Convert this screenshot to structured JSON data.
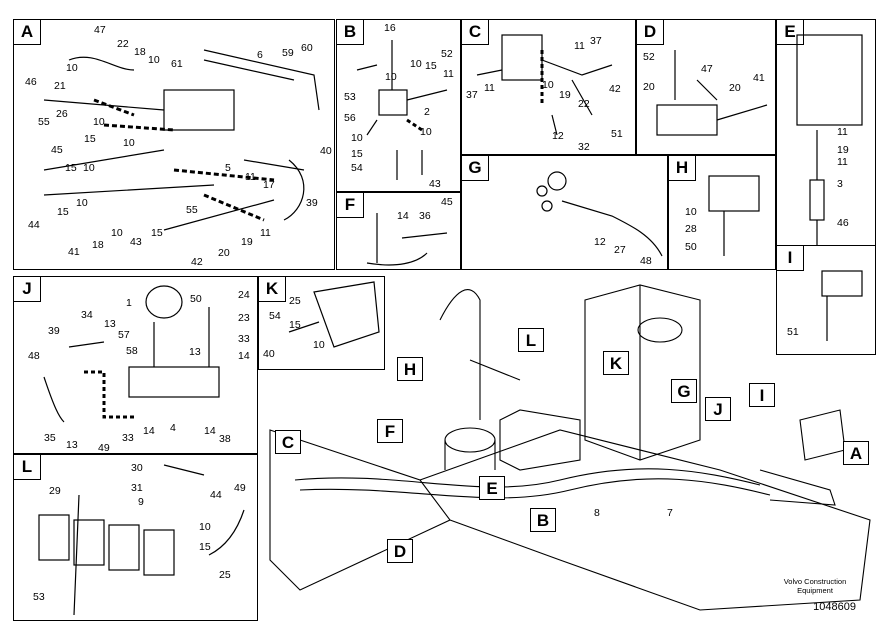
{
  "panels": {
    "A": {
      "letter": "A",
      "numbers": [
        "47",
        "22",
        "18",
        "10",
        "6",
        "59",
        "60",
        "61",
        "46",
        "21",
        "10",
        "55",
        "26",
        "10",
        "15",
        "10",
        "45",
        "15",
        "10",
        "5",
        "11",
        "17",
        "40",
        "39",
        "44",
        "15",
        "10",
        "18",
        "10",
        "43",
        "15",
        "55",
        "41",
        "42",
        "20",
        "19",
        "11"
      ]
    },
    "B": {
      "letter": "B",
      "numbers": [
        "16",
        "52",
        "10",
        "10",
        "15",
        "11",
        "53",
        "2",
        "56",
        "10",
        "10",
        "15",
        "54",
        "43"
      ]
    },
    "C": {
      "letter": "C",
      "numbers": [
        "11",
        "37",
        "10",
        "19",
        "22",
        "42",
        "37",
        "11",
        "12",
        "51",
        "32"
      ]
    },
    "D": {
      "letter": "D",
      "numbers": [
        "52",
        "47",
        "41",
        "20",
        "20"
      ]
    },
    "E": {
      "letter": "E",
      "numbers": [
        "11",
        "19",
        "11",
        "3",
        "46"
      ]
    },
    "F": {
      "letter": "F",
      "numbers": [
        "14",
        "36",
        "45"
      ]
    },
    "G": {
      "letter": "G",
      "numbers": [
        "12",
        "27",
        "48"
      ]
    },
    "H": {
      "letter": "H",
      "numbers": [
        "10",
        "28",
        "50"
      ]
    },
    "I": {
      "letter": "I",
      "numbers": [
        "51"
      ]
    },
    "J": {
      "letter": "J",
      "numbers": [
        "1",
        "50",
        "24",
        "34",
        "13",
        "23",
        "39",
        "57",
        "33",
        "58",
        "13",
        "14",
        "48",
        "35",
        "13",
        "49",
        "33",
        "14",
        "4",
        "14",
        "38"
      ]
    },
    "K": {
      "letter": "K",
      "numbers": [
        "25",
        "54",
        "15",
        "10",
        "40"
      ]
    },
    "L": {
      "letter": "L",
      "numbers": [
        "30",
        "29",
        "31",
        "44",
        "9",
        "49",
        "10",
        "15",
        "25",
        "53"
      ]
    }
  },
  "main_callouts": [
    "L",
    "H",
    "K",
    "G",
    "J",
    "I",
    "A",
    "C",
    "F",
    "E",
    "B",
    "D"
  ],
  "main_numbers": [
    "8",
    "7"
  ],
  "caption": "Volvo Construction Equipment",
  "reference": "1048609",
  "colors": {
    "line": "#000000",
    "background": "#ffffff",
    "watermark": "#d9d9d9"
  }
}
